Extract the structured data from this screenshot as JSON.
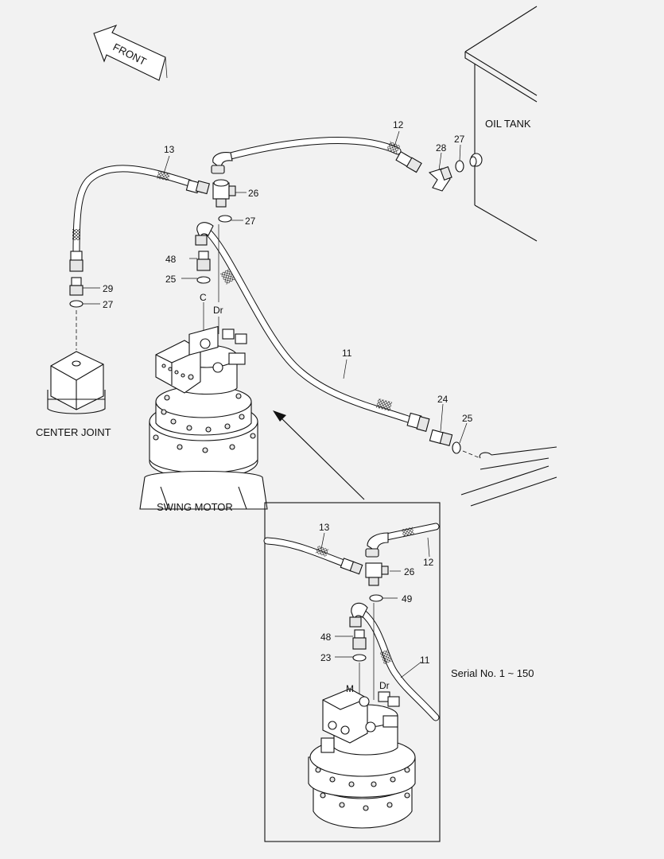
{
  "front_label": "FRONT",
  "captions": {
    "oil_tank": "OIL TANK",
    "center_joint": "CENTER JOINT",
    "swing_motor": "SWING MOTOR",
    "serial": "Serial No. 1 ~ 150"
  },
  "ports": {
    "c": "C",
    "dr": "Dr",
    "m": "M",
    "dr_inset": "Dr"
  },
  "main_callouts": [
    "13",
    "12",
    "28",
    "27",
    "26",
    "27",
    "48",
    "25",
    "29",
    "27",
    "11",
    "24",
    "25"
  ],
  "inset_callouts": [
    "13",
    "12",
    "26",
    "49",
    "48",
    "23",
    "11"
  ]
}
